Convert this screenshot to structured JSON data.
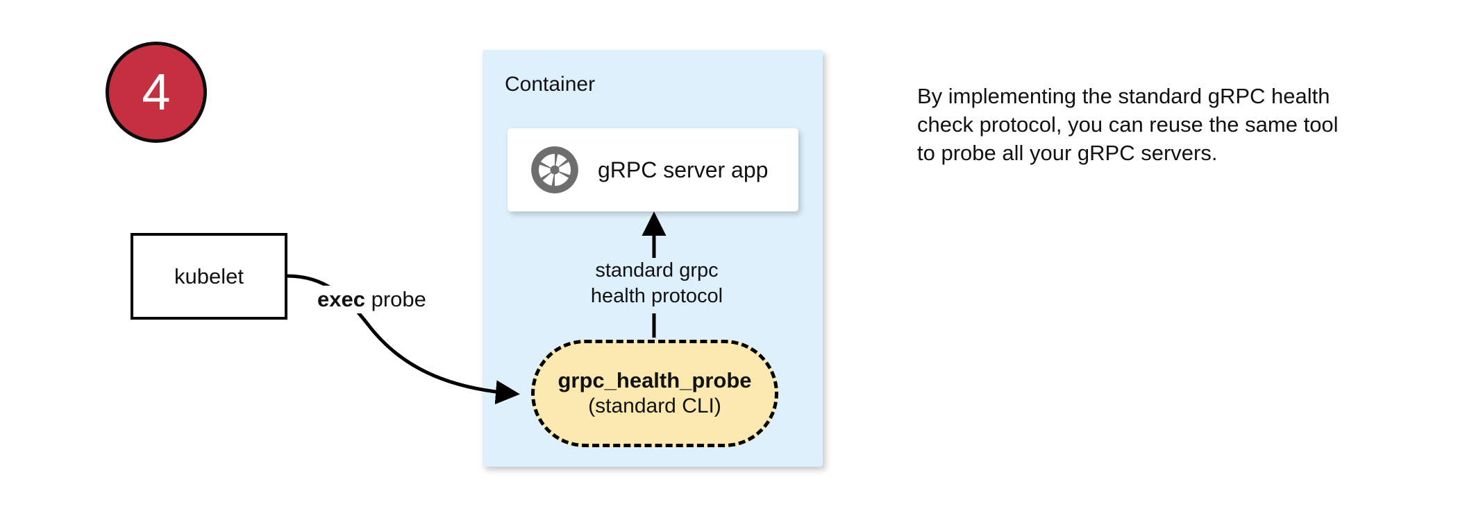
{
  "step": {
    "number": "4",
    "badge_color": "#c4303f"
  },
  "container": {
    "label": "Container",
    "fill_color": "#ddf0fc"
  },
  "app_card": {
    "label": "gRPC server app",
    "icon": "grpc-aperture-icon",
    "icon_color": "#6e6e6e",
    "fill_color": "#ffffff"
  },
  "kubelet": {
    "label": "kubelet",
    "fill_color": "#ffffff",
    "border_color": "#000000"
  },
  "edges": {
    "exec_probe": {
      "bold_text": "exec",
      "rest_text": " probe"
    },
    "protocol": {
      "line1": "standard grpc",
      "line2": "health protocol"
    }
  },
  "probe_node": {
    "title": "grpc_health_probe",
    "subtitle": "(standard CLI)",
    "fill_color": "#fce9b0",
    "border_style": "dashed"
  },
  "caption": {
    "text": "By implementing the standard gRPC health check protocol, you can reuse the same tool to probe all your gRPC servers."
  }
}
